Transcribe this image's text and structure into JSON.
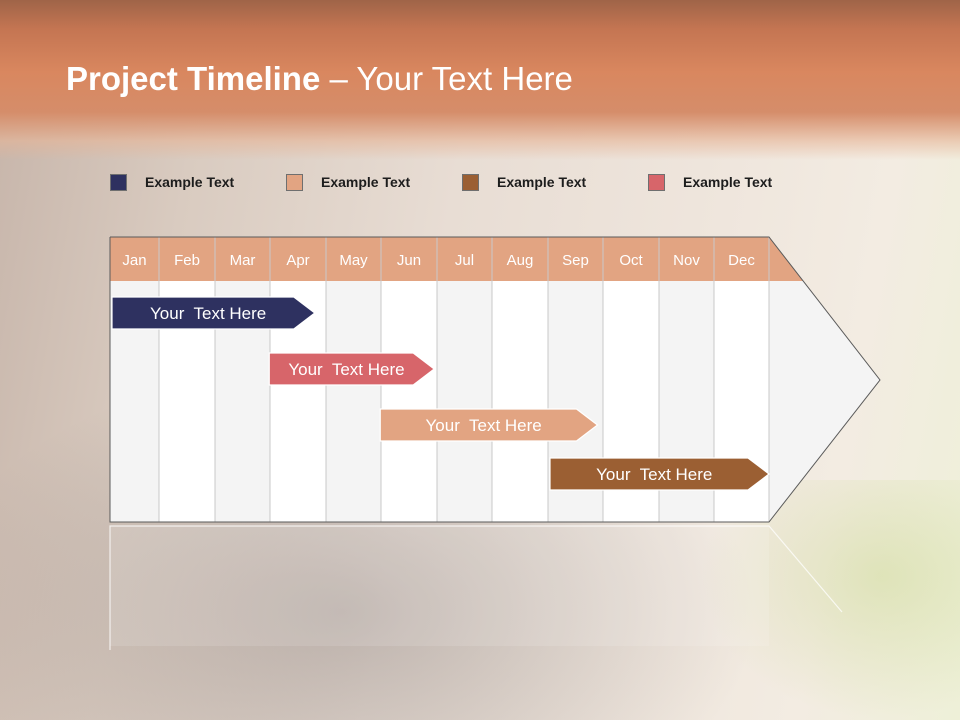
{
  "title": {
    "bold": "Project Timeline",
    "rest": " – Your Text Here"
  },
  "legend": [
    {
      "label": "Example Text",
      "color": "#2e3160"
    },
    {
      "label": "Example Text",
      "color": "#e2a482"
    },
    {
      "label": "Example Text",
      "color": "#9b5f33"
    },
    {
      "label": "Example Text",
      "color": "#d7656a"
    }
  ],
  "months": [
    "Jan",
    "Feb",
    "Mar",
    "Apr",
    "May",
    "Jun",
    "Jul",
    "Aug",
    "Sep",
    "Oct",
    "Nov",
    "Dec"
  ],
  "colors": {
    "header": "#e2a482",
    "column_light": "#f4f4f4",
    "column_white": "#ffffff",
    "grid_line": "#c9c9c9"
  },
  "tasks": [
    {
      "label": "Your  Text Here",
      "start_month": 1.0,
      "end_month": 4.8,
      "color": "#2e3160"
    },
    {
      "label": "Your  Text Here",
      "start_month": 3.95,
      "end_month": 6.95,
      "color": "#d7656a"
    },
    {
      "label": "Your  Text Here",
      "start_month": 5.95,
      "end_month": 9.9,
      "color": "#e2a482"
    },
    {
      "label": "Your  Text Here",
      "start_month": 9.0,
      "end_month": 13.0,
      "color": "#9b5f33"
    }
  ]
}
